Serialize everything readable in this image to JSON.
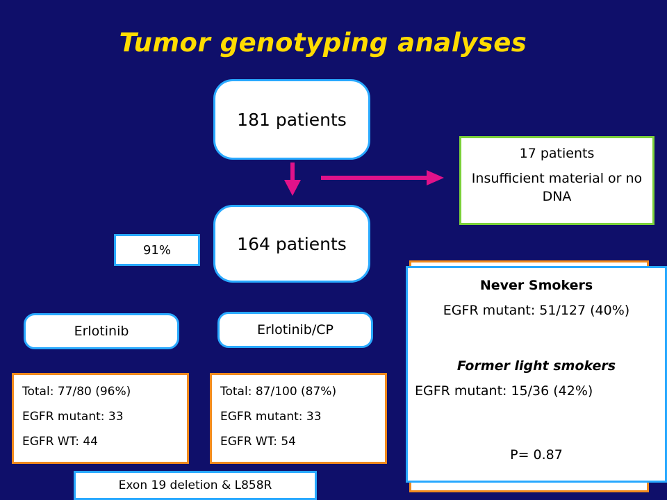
{
  "title": "Tumor genotyping analyses",
  "top_box": "181 patients",
  "mid_box": "164 patients",
  "percent": "91%",
  "excluded": {
    "line1": "17 patients",
    "line2": "Insufficient material or no DNA"
  },
  "arms": [
    "Erlotinib",
    "Erlotinib/CP"
  ],
  "erlotinib_stats": {
    "total": "Total: 77/80 (96%)",
    "mutant": "EGFR mutant: 33",
    "wt": "EGFR WT: 44"
  },
  "combo_stats": {
    "total": "Total: 87/100 (87%)",
    "mutant": "EGFR mutant: 33",
    "wt": "EGFR WT: 54"
  },
  "exon_note": "Exon 19 deletion & L858R",
  "smokers": {
    "never_title": "Never Smokers",
    "never_line": "EGFR mutant: 51/127 (40%)",
    "former_title": "Former light smokers",
    "former_line": "EGFR mutant: 15/36 (42%)",
    "p_value": "P= 0.87"
  },
  "colors": {
    "background": "#0f0f6a",
    "title": "#ffdc00",
    "box_border": "#29a9ff",
    "arrow": "#e0128a",
    "green_border": "#7cd13a",
    "orange_border": "#f08a1e"
  }
}
